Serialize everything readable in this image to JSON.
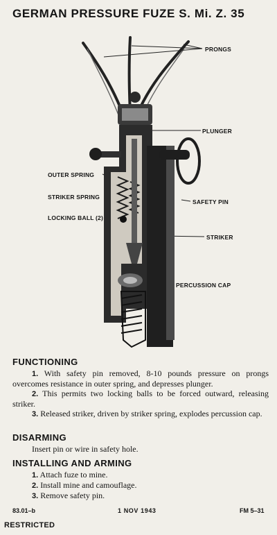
{
  "title": "GERMAN PRESSURE FUZE S. Mi. Z. 35",
  "labels": {
    "prongs": "PRONGS",
    "plunger": "PLUNGER",
    "outer_spring": "OUTER SPRING",
    "striker_spring": "STRIKER SPRING",
    "locking_ball": "LOCKING BALL (2)",
    "safety_pin": "SAFETY PIN",
    "striker": "STRIKER",
    "percussion_cap": "PERCUSSION CAP"
  },
  "functioning": {
    "heading": "FUNCTIONING",
    "items": [
      {
        "num": "1.",
        "text": " With safety pin removed, 8-10 pounds pressure on prongs overcomes resistance in outer spring, and depresses plunger."
      },
      {
        "num": "2.",
        "text": " This permits two locking balls to be forced outward, releasing striker."
      },
      {
        "num": "3.",
        "text": " Released striker, driven by striker spring, explodes percussion cap."
      }
    ]
  },
  "disarming": {
    "heading": "DISARMING",
    "text": "Insert pin or wire in safety hole."
  },
  "installing": {
    "heading": "INSTALLING AND ARMING",
    "items": [
      {
        "num": "1.",
        "text": " Attach fuze to mine."
      },
      {
        "num": "2.",
        "text": " Install mine and camouflage."
      },
      {
        "num": "3.",
        "text": " Remove safety pin."
      }
    ]
  },
  "footer": {
    "left": "83.01–b",
    "center": "1 NOV 1943",
    "right": "FM 5–31",
    "restricted": "RESTRICTED"
  }
}
